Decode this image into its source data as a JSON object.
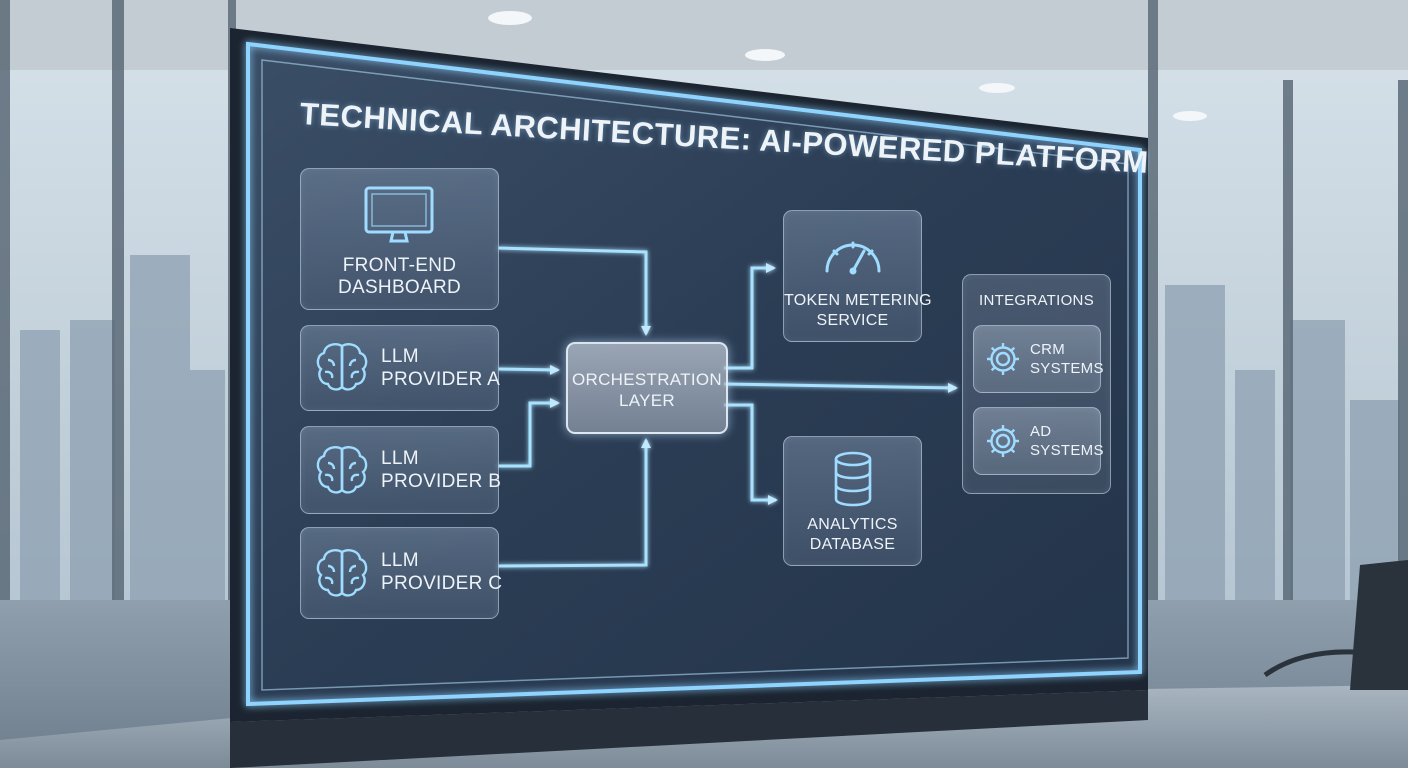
{
  "title": "TECHNICAL ARCHITECTURE: AI-POWERED PLATFORM",
  "nodes": {
    "frontend": {
      "line1": "FRONT-END",
      "line2": "DASHBOARD",
      "icon": "monitor-icon"
    },
    "llm_a": {
      "line1": "LLM",
      "line2": "PROVIDER A",
      "icon": "brain-icon"
    },
    "llm_b": {
      "line1": "LLM",
      "line2": "PROVIDER B",
      "icon": "brain-icon"
    },
    "llm_c": {
      "line1": "LLM",
      "line2": "PROVIDER C",
      "icon": "brain-icon"
    },
    "orchestration": {
      "line1": "ORCHESTRATION",
      "line2": "LAYER"
    },
    "token": {
      "line1": "TOKEN METERING",
      "line2": "SERVICE",
      "icon": "gauge-icon"
    },
    "analytics": {
      "line1": "ANALYTICS",
      "line2": "DATABASE",
      "icon": "database-icon"
    },
    "integrations": {
      "title": "INTEGRATIONS"
    },
    "crm": {
      "line1": "CRM",
      "line2": "SYSTEMS",
      "icon": "gear-icon"
    },
    "ad": {
      "line1": "AD",
      "line2": "SYSTEMS",
      "icon": "gear-icon"
    }
  },
  "colors": {
    "glow": "#8fd3ff",
    "arrow": "#a9e2ff",
    "panel": "#2c3e55"
  }
}
